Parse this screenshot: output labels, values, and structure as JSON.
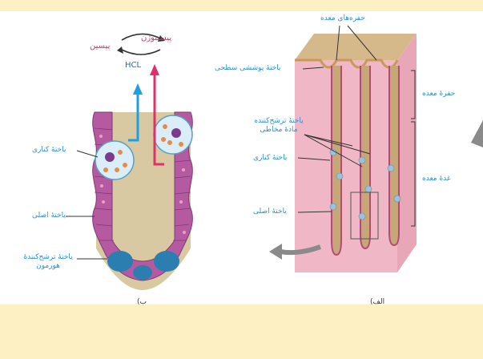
{
  "panel_b": {
    "pepsinogen": "پپسینوژن",
    "pepsin": "پپسین",
    "hcl": "HCL",
    "parietal_cell": "یاختهٔ کناری",
    "chief_cell": "یاختهٔ اصلی",
    "hormone_cell": "یاختهٔ ترشح‌کنندهٔ هورمون",
    "caption": "ب)"
  },
  "panel_a": {
    "gastric_pits": "حفره‌های معده",
    "surface_cell": "یاختهٔ پوششی سطحی",
    "pit": "حفرهٔ معده",
    "mucus_cell": "یاختهٔ ترشح‌کننده مادهٔ مخاطی",
    "parietal_cell": "یاختهٔ کناری",
    "gland": "غدهٔ معده",
    "chief_cell": "یاختهٔ اصلی",
    "caption": "الف)"
  }
}
